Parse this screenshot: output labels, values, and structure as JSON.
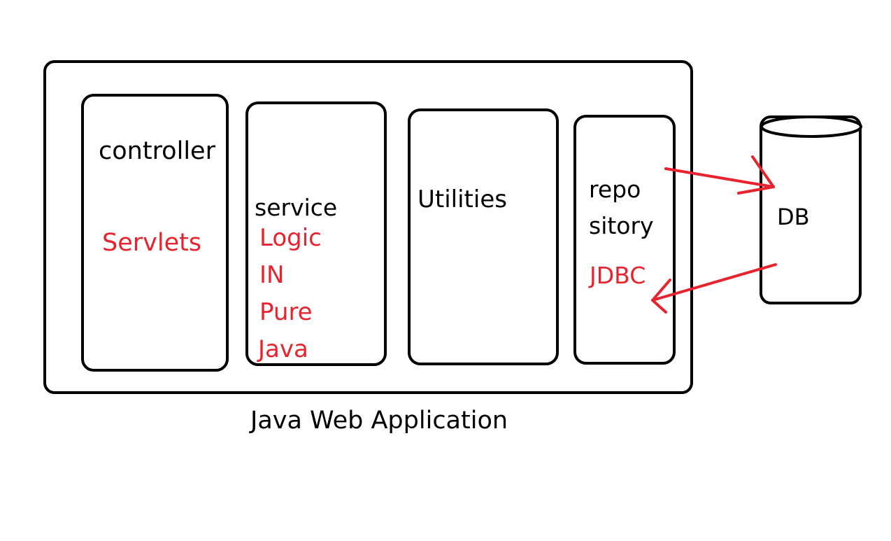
{
  "diagram": {
    "caption": "Java Web Application",
    "layers": {
      "controller": {
        "title": "controller",
        "notes": [
          "Servlets"
        ]
      },
      "service": {
        "title": "service",
        "notes": [
          "Logic",
          "IN",
          "Pure",
          "Java"
        ]
      },
      "utilities": {
        "title": "Utilities"
      },
      "repository": {
        "title_lines": [
          "repo",
          "sitory"
        ],
        "notes": [
          "JDBC"
        ]
      }
    },
    "database": {
      "label": "DB"
    },
    "colors": {
      "outline": "#000000",
      "annotation": "#e8232e",
      "background": "#ffffff"
    }
  }
}
